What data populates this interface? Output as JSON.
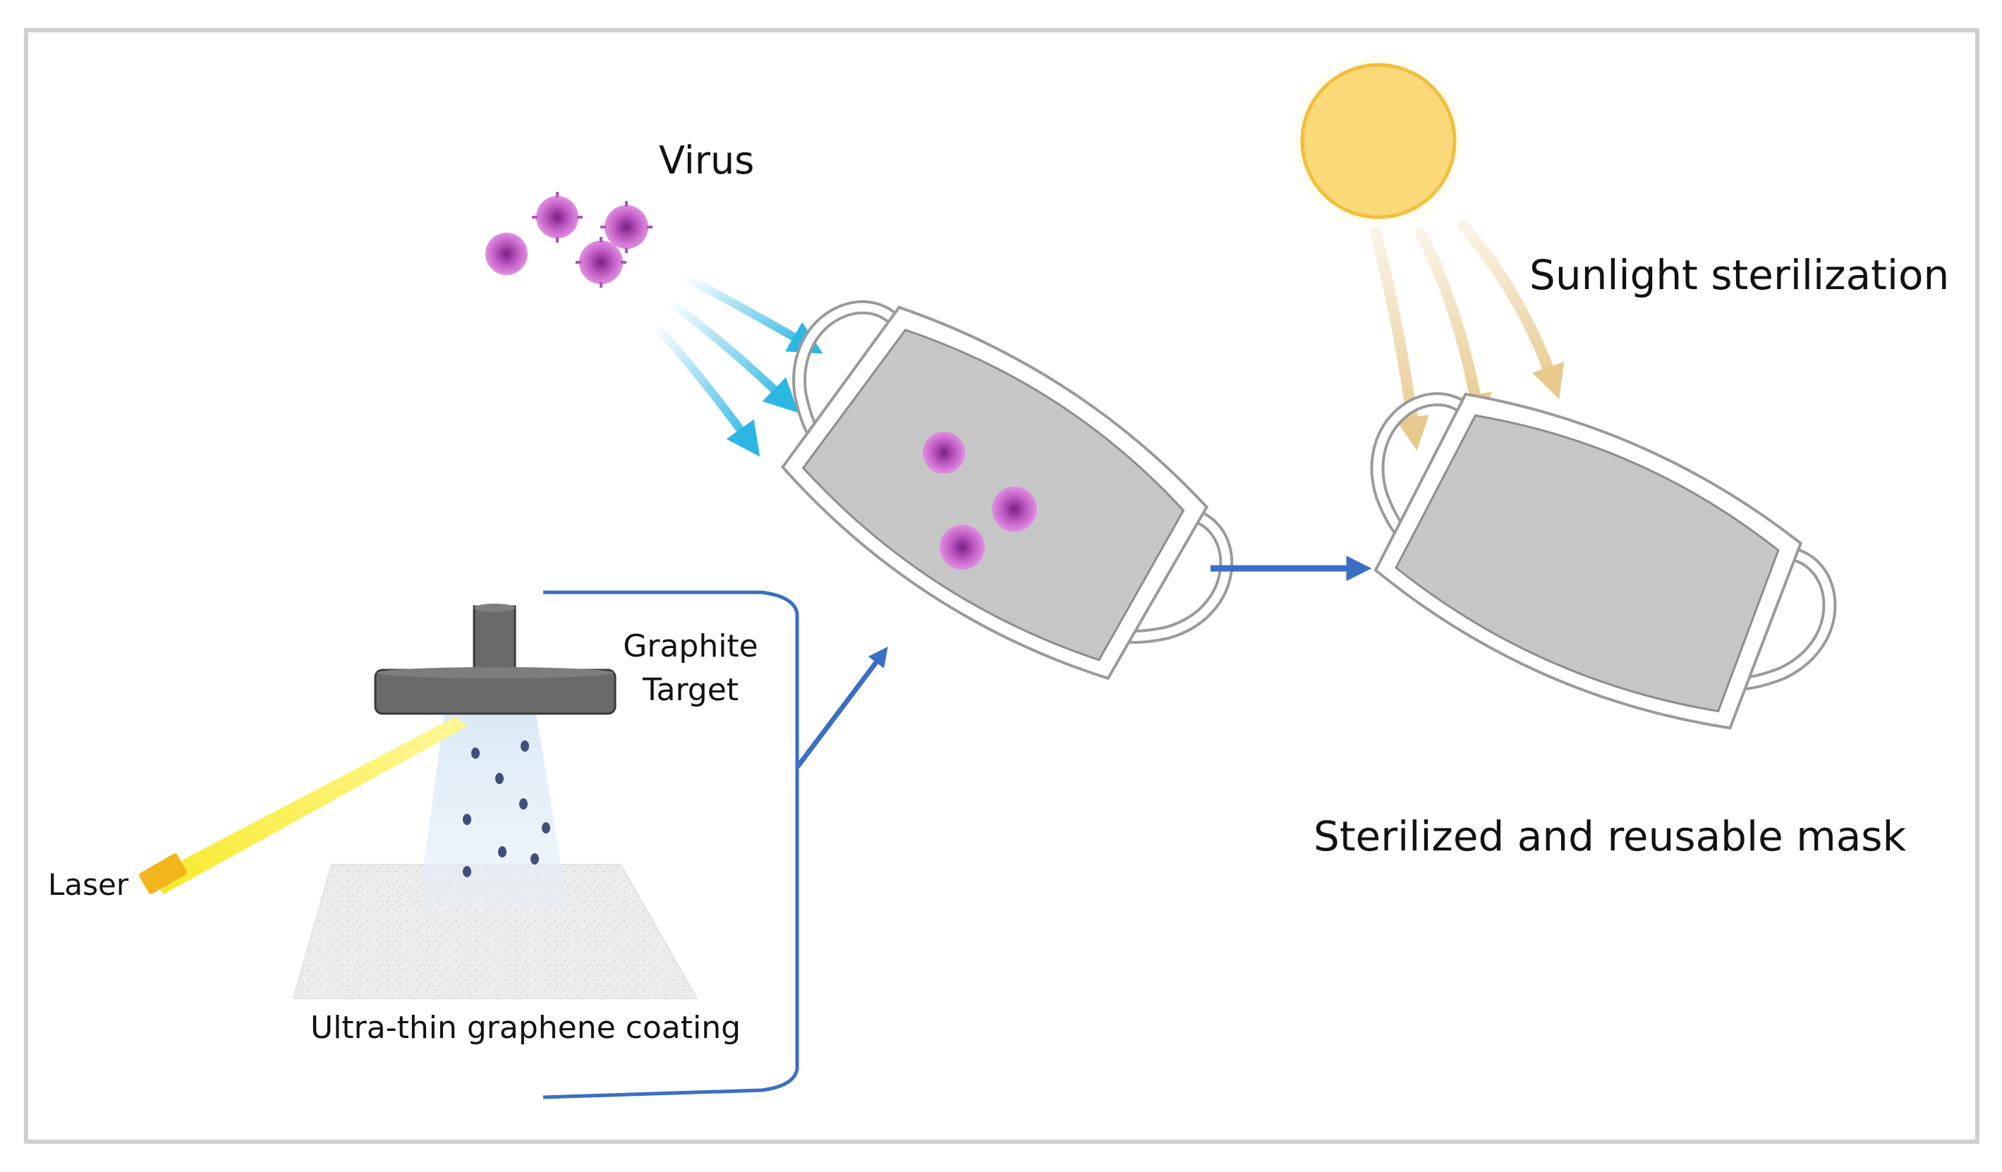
{
  "labels": {
    "virus": "Virus",
    "sunlight": "Sunlight sterilization",
    "sterilized": "Sterilized and reusable mask",
    "graphite_line1": "Graphite",
    "graphite_line2": "Target",
    "laser": "Laser",
    "coating": "Ultra-thin graphene coating"
  },
  "colors": {
    "virus": "#b54fb8",
    "virus_flow_arrows": "#2cb7e3",
    "sun_fill": "#fbd978",
    "sun_glow": "#fff2b0",
    "sun_rays": "#e7c98d",
    "mask_fill": "#c6c6c6",
    "mask_strap": "#ffffff",
    "process_arrow": "#3a6fc4",
    "target": "#6a6a6a",
    "laser_beam": "#f7ea2a",
    "laser_head": "#f2b51b",
    "particles": "#3f4f7a",
    "substrate": "#e6e6e6"
  },
  "icons": [
    "virus-particle",
    "sun-icon",
    "mask-icon",
    "graphite-target-icon",
    "laser-icon",
    "arrow-icon"
  ]
}
